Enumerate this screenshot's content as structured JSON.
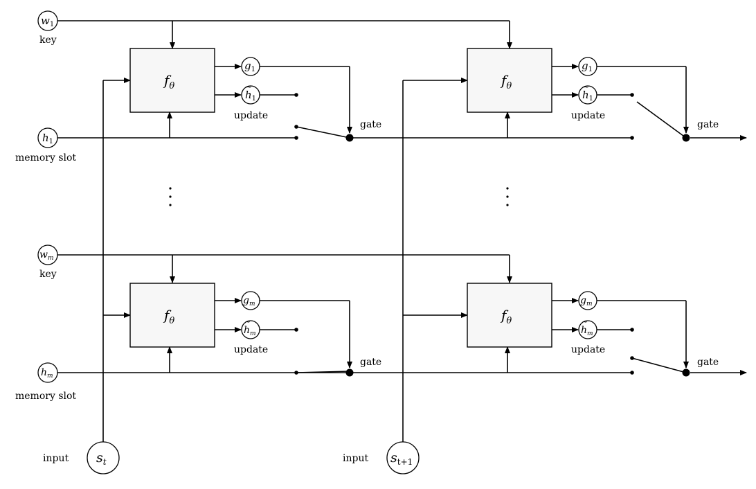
{
  "labels": {
    "key": "key",
    "memory_slot": "memory slot",
    "update": "update",
    "gate": "gate",
    "input": "input"
  },
  "symbols": {
    "w": "w",
    "h": "h",
    "g": "g",
    "f": "f",
    "theta": "θ",
    "s": "s",
    "sub_1": "1",
    "sub_m": "m",
    "sub_t": "t",
    "sub_t1": "t+1"
  }
}
